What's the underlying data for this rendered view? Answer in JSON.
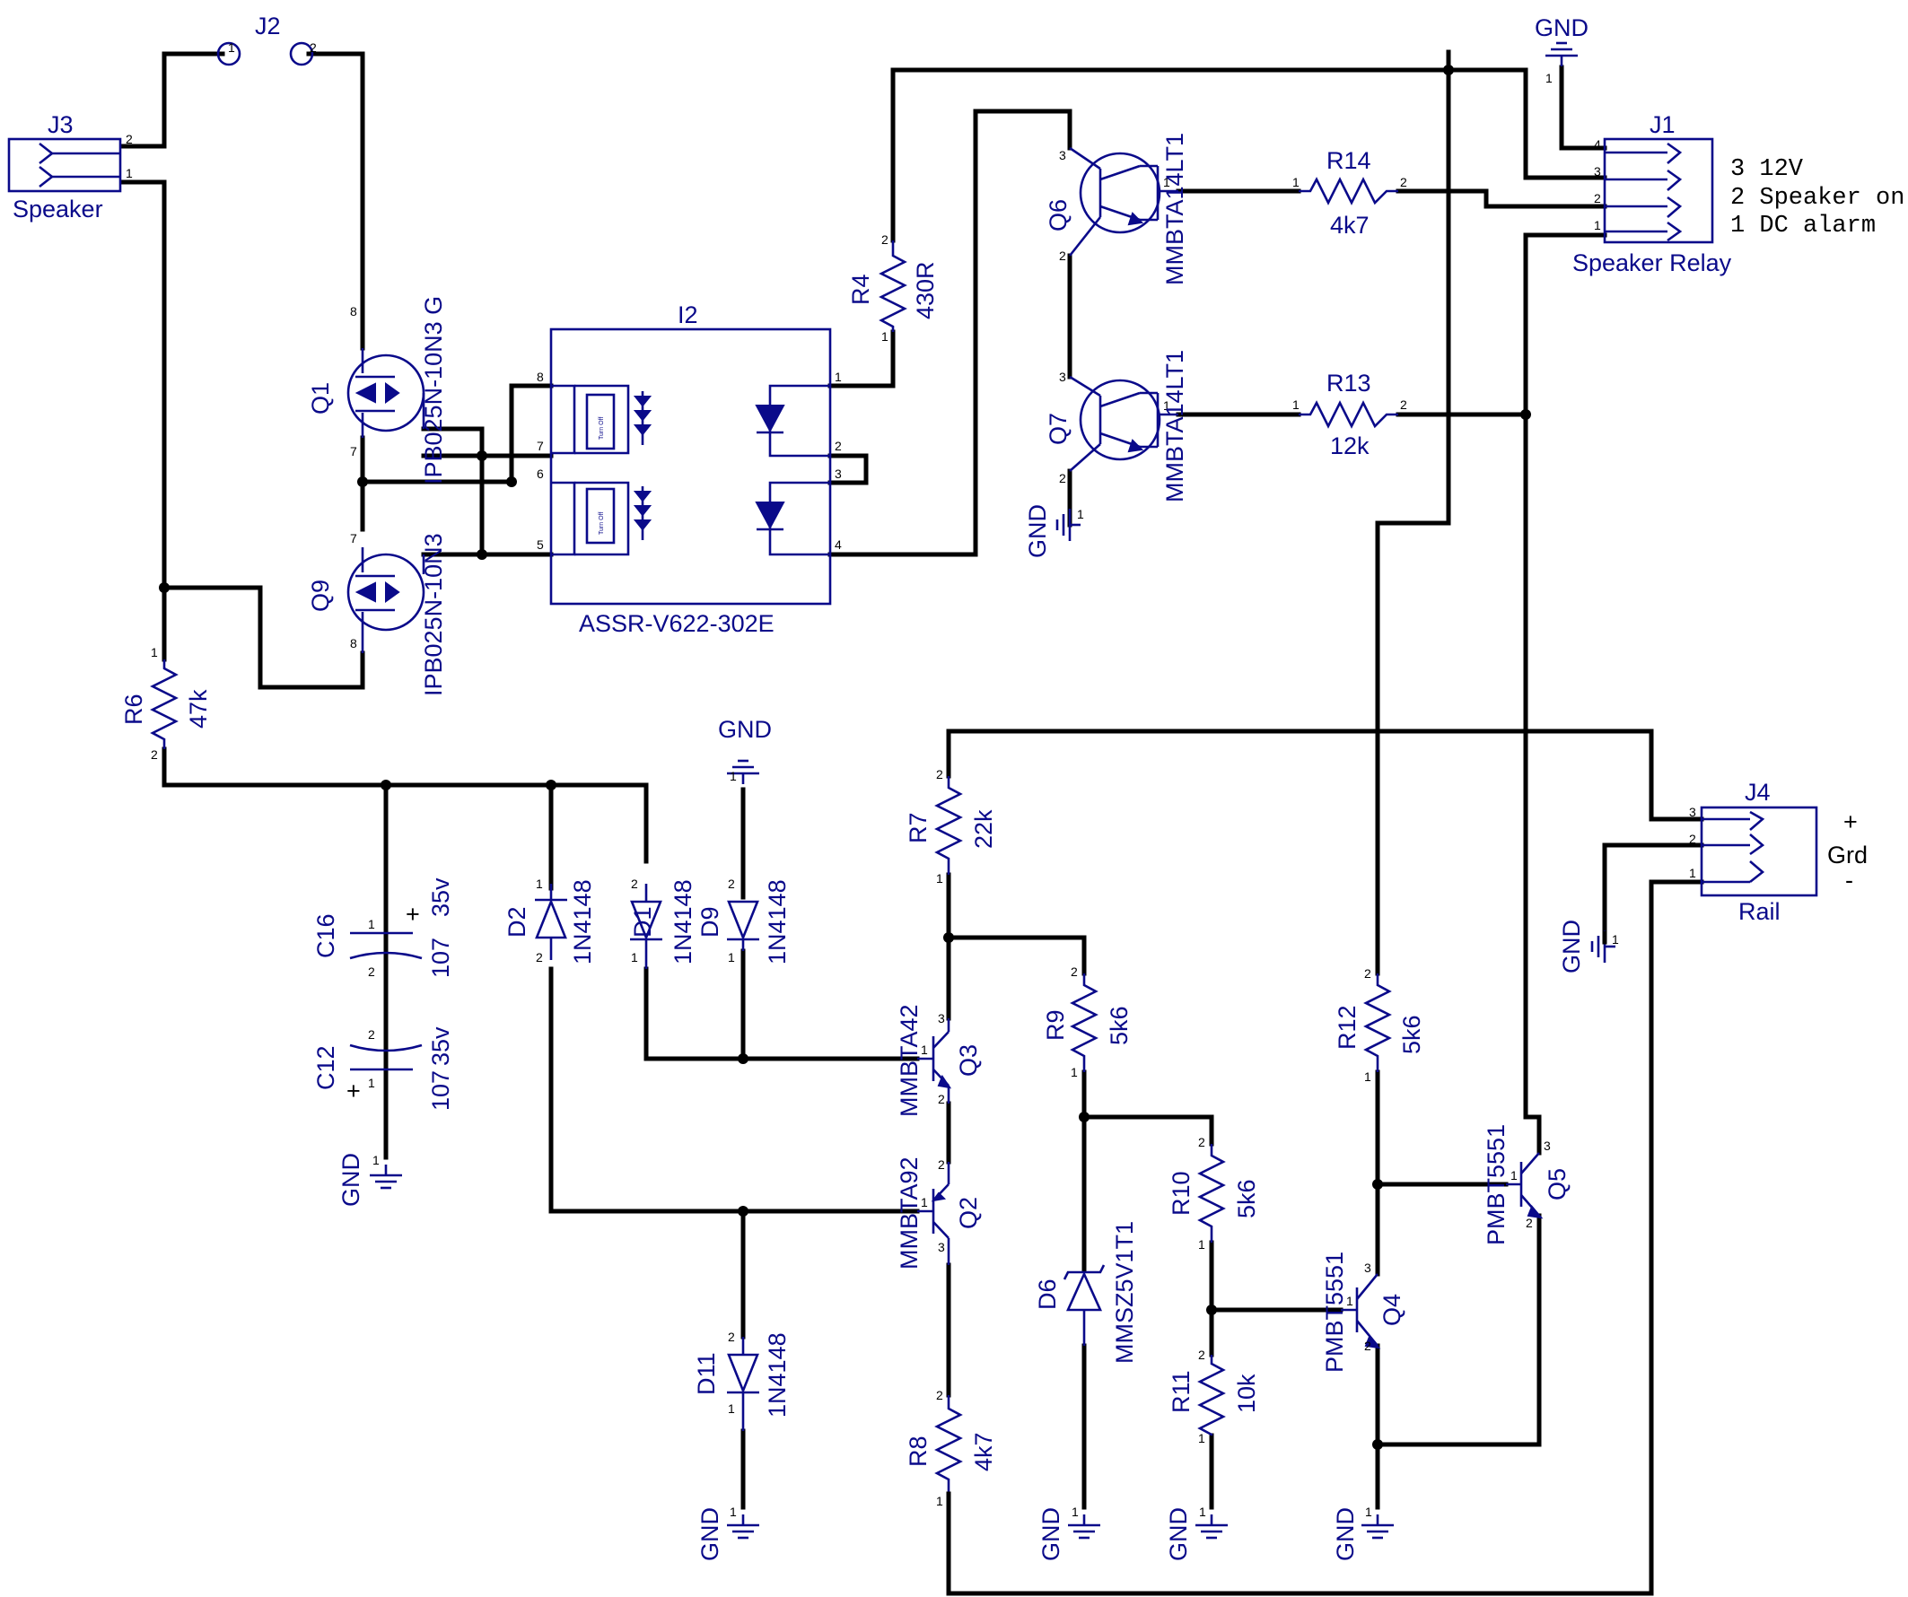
{
  "components": {
    "J2": {
      "ref": "J2"
    },
    "J3": {
      "ref": "J3",
      "value": "Speaker"
    },
    "J1": {
      "ref": "J1",
      "value": "Speaker  Relay"
    },
    "J4": {
      "ref": "J4",
      "value": "Rail"
    },
    "Q1": {
      "ref": "Q1",
      "value": "IPB025N-10N3 G"
    },
    "Q9": {
      "ref": "Q9",
      "value": "IPB025N-10N3"
    },
    "I2": {
      "ref": "I2",
      "value": "ASSR-V622-302E",
      "inner_label": "Turn Off"
    },
    "R4": {
      "ref": "R4",
      "value": "430R"
    },
    "Q6": {
      "ref": "Q6",
      "value": "MMBTA14LT1"
    },
    "Q7": {
      "ref": "Q7",
      "value": "MMBTA14LT1"
    },
    "R14": {
      "ref": "R14",
      "value": "4k7"
    },
    "R13": {
      "ref": "R13",
      "value": "12k"
    },
    "R6": {
      "ref": "R6",
      "value": "47k"
    },
    "C16": {
      "ref": "C16",
      "value": "107",
      "rating": "35v"
    },
    "C12": {
      "ref": "C12",
      "value": "107",
      "rating": "35v"
    },
    "D2": {
      "ref": "D2",
      "value": "1N4148"
    },
    "D1": {
      "ref": "D1",
      "value": "1N4148"
    },
    "D9": {
      "ref": "D9",
      "value": "1N4148"
    },
    "D11": {
      "ref": "D11",
      "value": "1N4148"
    },
    "R7": {
      "ref": "R7",
      "value": "22k"
    },
    "R8": {
      "ref": "R8",
      "value": "4k7"
    },
    "R9": {
      "ref": "R9",
      "value": "5k6"
    },
    "R10": {
      "ref": "R10",
      "value": "5k6"
    },
    "R11": {
      "ref": "R11",
      "value": "10k"
    },
    "R12": {
      "ref": "R12",
      "value": "5k6"
    },
    "Q3": {
      "ref": "Q3",
      "value": "MMBTA42"
    },
    "Q2": {
      "ref": "Q2",
      "value": "MMBTA92"
    },
    "Q4": {
      "ref": "Q4",
      "value": "PMBT5551"
    },
    "Q5": {
      "ref": "Q5",
      "value": "PMBT5551"
    },
    "D6": {
      "ref": "D6",
      "value": "MMSZ5V1T1"
    }
  },
  "gnd_label": "GND",
  "j1_notes": [
    "3   12V",
    "2 Speaker on",
    "1 DC alarm"
  ],
  "j4_notes": {
    "plus": "+",
    "grd": "Grd",
    "minus": "-"
  },
  "pins": {
    "p1": "1",
    "p2": "2",
    "p3": "3",
    "p4": "4",
    "p5": "5",
    "p6": "6",
    "p7": "7",
    "p8": "8"
  },
  "polarity": {
    "plus": "+"
  }
}
